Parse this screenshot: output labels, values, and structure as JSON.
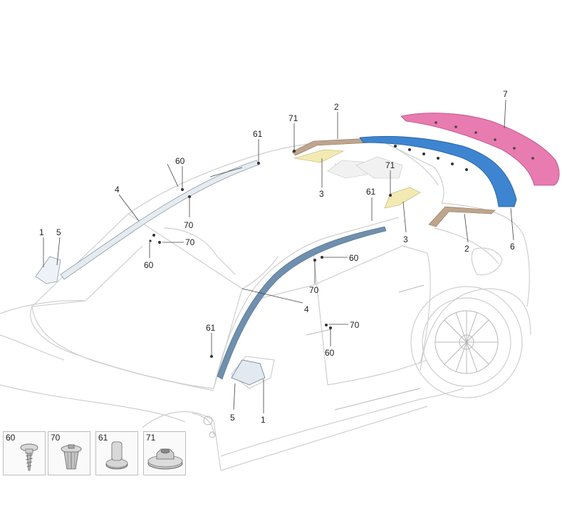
{
  "callouts": {
    "c1a": "1",
    "c5a": "5",
    "c4a": "4",
    "c60a": "60",
    "c70a": "70",
    "c70b": "70",
    "c60b": "60",
    "c61a": "61",
    "c71a": "71",
    "c2a": "2",
    "c3a": "3",
    "c7": "7",
    "c71b": "71",
    "c61b": "61",
    "c3b": "3",
    "c2b": "2",
    "c6": "6",
    "c60c": "60",
    "c70c": "70",
    "c4b": "4",
    "c70d": "70",
    "c60d": "60",
    "c61c": "61",
    "c5b": "5",
    "c1b": "1"
  },
  "legend": [
    {
      "label": "60",
      "icon": "screw-icon"
    },
    {
      "label": "70",
      "icon": "expanding-clip-icon"
    },
    {
      "label": "61",
      "icon": "stud-icon"
    },
    {
      "label": "71",
      "icon": "nut-washer-icon"
    }
  ],
  "colors": {
    "roof_trim_blue": "#3d85d0",
    "spoiler_pink": "#e87bb0",
    "brace_tan": "#bea58c",
    "pad_yellow": "#f2eab2",
    "pillar_trim": "#6f8fae"
  }
}
